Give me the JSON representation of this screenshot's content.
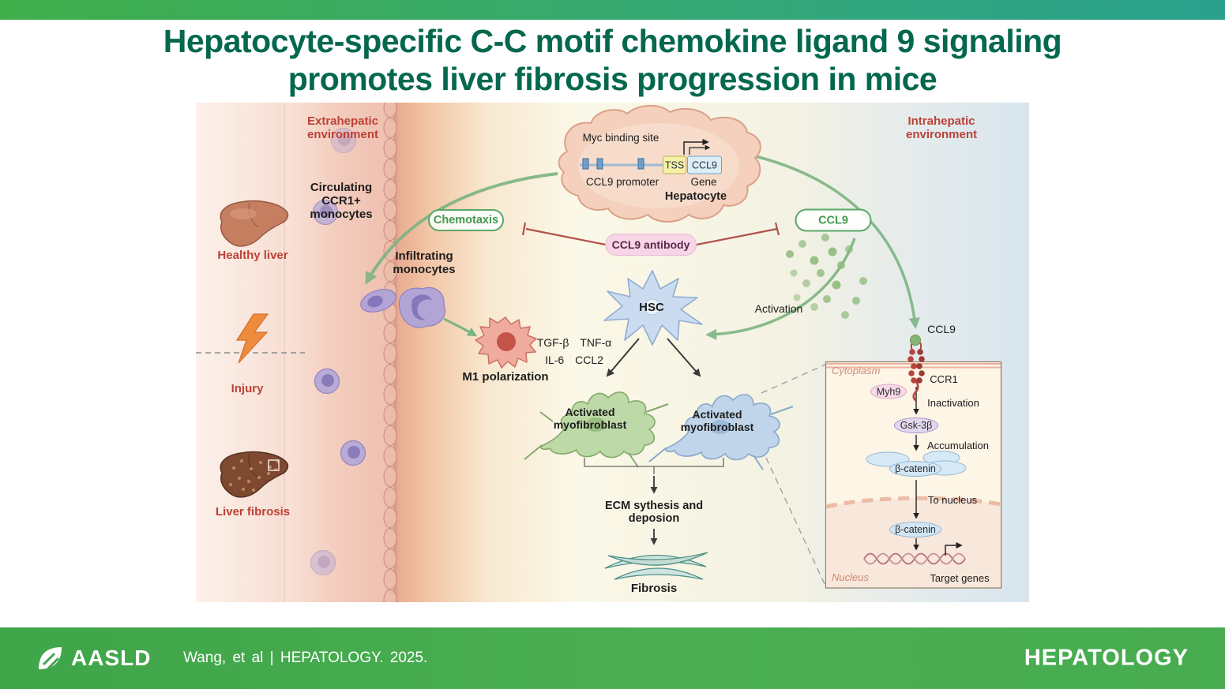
{
  "colors": {
    "top_bar_left": "#3fae4a",
    "top_bar_right": "#2aa18d",
    "title_green": "#04684e",
    "label_red": "#bc4136",
    "pill_green": "#44984f",
    "footer_green": "#42a74d"
  },
  "title": "Hepatocyte-specific C-C motif chemokine ligand 9 signaling\npromotes liver fibrosis progression in mice",
  "environment": {
    "extrahepatic": "Extrahepatic\nenvironment",
    "intrahepatic": "Intrahepatic\nenvironment"
  },
  "left_panel": {
    "healthy_liver": "Healthy liver",
    "injury": "Injury",
    "liver_fibrosis": "Liver fibrosis",
    "circulating_monocytes": "Circulating\nCCR1+\nmonocytes",
    "infiltrating_monocytes": "Infiltrating\nmonocytes"
  },
  "hepatocyte": {
    "myc_binding_site": "Myc binding site",
    "tss": "TSS",
    "ccl9_gene": "CCL9",
    "promoter": "CCL9 promoter",
    "gene": "Gene",
    "label": "Hepatocyte"
  },
  "signaling": {
    "chemotaxis": "Chemotaxis",
    "ccl9": "CCL9",
    "ccl9_antibody": "CCL9 antibody",
    "hsc": "HSC",
    "activation": "Activation",
    "ccl9_ligand": "CCL9",
    "cytokines_line1": "TGF-β TNF-α",
    "cytokines_line2": "IL-6 CCL2",
    "m1_polarization": "M1 polarization",
    "myofibroblast_left": "Activated\nmyofibroblast",
    "myofibroblast_right": "Activated\nmyofibroblast",
    "ecm": "ECM sythesis and\ndeposion",
    "fibrosis": "Fibrosis"
  },
  "inset": {
    "cytoplasm": "Cytoplasm",
    "ccr1": "CCR1",
    "myh9": "Myh9",
    "inactivation": "Inactivation",
    "gsk3b": "Gsk-3β",
    "accumulation": "Accumulation",
    "b_catenin_cytoplasm": "β-catenin",
    "to_nucleus": "To nucleus",
    "b_catenin_nucleus": "β-catenin",
    "nucleus": "Nucleus",
    "target_genes": "Target genes"
  },
  "footer": {
    "logo_text": "AASLD",
    "citation": "Wang, et al | HEPATOLOGY. 2025.",
    "journal": "HEPATOLOGY"
  }
}
